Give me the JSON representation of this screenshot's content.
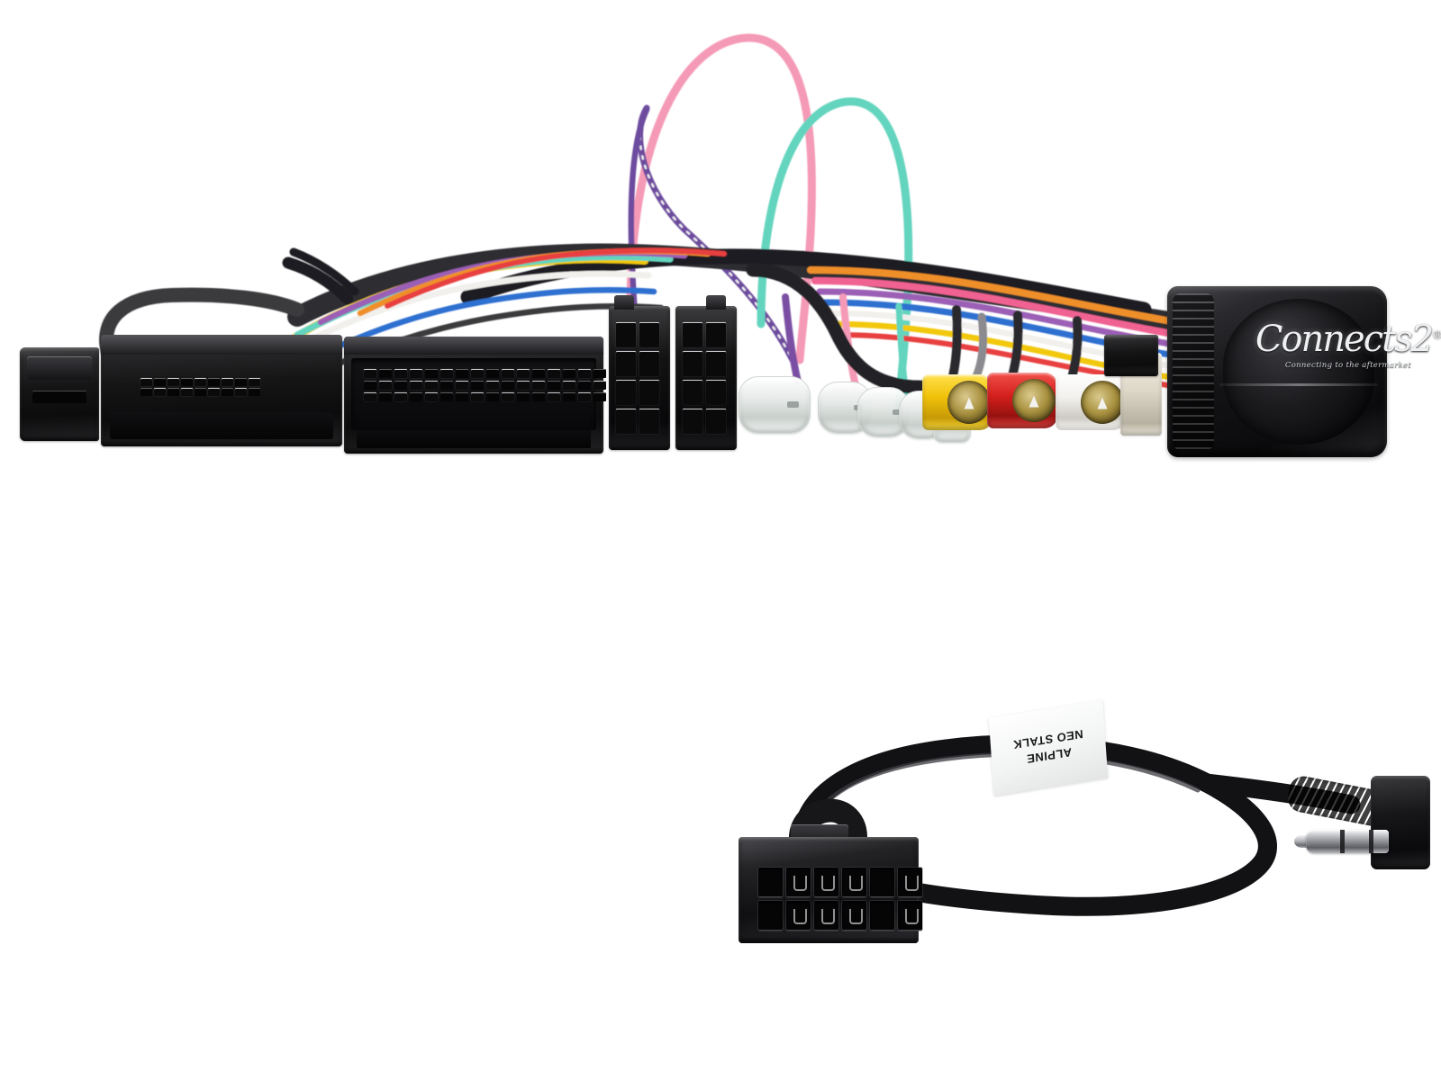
{
  "image": {
    "subject": "Car stereo steering wheel control wiring harness adapter with auxiliary patch lead",
    "background_color": "#ffffff"
  },
  "harness": {
    "brand_logo": {
      "mark": "Connects",
      "mark_numeral": "2",
      "registered_symbol": "®",
      "tagline": "Connecting to the aftermarket"
    },
    "connectors": [
      {
        "name": "small-end-connector",
        "color": "#111113",
        "type": "2-pin black moulded plug"
      },
      {
        "name": "quadlock-a-connector",
        "color": "#111113",
        "type": "multi-pin black vehicle plug"
      },
      {
        "name": "quadlock-b-connector",
        "color": "#111113",
        "type": "40-pin black quadlock plug"
      },
      {
        "name": "iso-power-connector",
        "color": "#111113",
        "type": "ISO 8-pin block"
      },
      {
        "name": "iso-speaker-connector",
        "color": "#111113",
        "type": "ISO 8-pin block"
      },
      {
        "name": "rca-video-yellow",
        "color": "#f0c209",
        "type": "RCA phono socket"
      },
      {
        "name": "rca-audio-red",
        "color": "#d4201c",
        "type": "RCA phono socket"
      },
      {
        "name": "rca-audio-white",
        "color": "#f2f0ec",
        "type": "RCA phono socket"
      },
      {
        "name": "antenna-adapter",
        "color": "#e8e4da",
        "type": "aerial adapter"
      }
    ],
    "wire_colors": [
      "#f49ab5",
      "#7a4fa3",
      "#5fd2bd",
      "#f2c80f",
      "#2f6fd0",
      "#ef8f2a",
      "#f0f0ee",
      "#e8413f",
      "#9b5fb5",
      "#3b3b3e"
    ]
  },
  "patch_lead": {
    "label": {
      "line1": "ALPINE",
      "line2": "NEO STALK",
      "orientation": "rotated-180",
      "background": "#ffffff",
      "text_color": "#19191b"
    },
    "connector": {
      "name": "12-pin-lead-connector",
      "pin_count": 12,
      "rows": 2,
      "columns": 6,
      "color": "#111113"
    },
    "plug": {
      "name": "3.5mm-right-angle-jack",
      "type": "3.5 mm stereo jack plug",
      "body_color": "#141416",
      "contact_color": "#c9cace"
    },
    "cable_color": "#121214"
  }
}
